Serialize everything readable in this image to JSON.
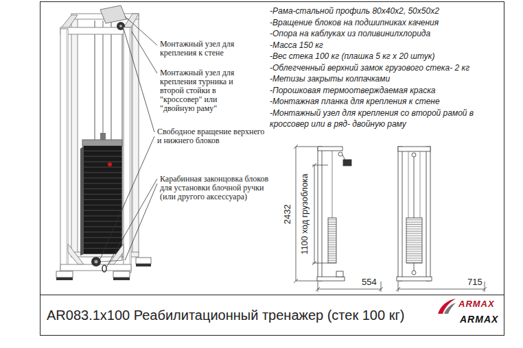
{
  "diagram": {
    "title": "AR083.1х100 Реабилитационный тренажер (стек 100 кг)",
    "labels": [
      "Монтажный узел для крепления к стене",
      "Монтажный узел для крепления турника и второй стойки в \"кроссовер\" или \"двойную раму\"",
      "Свободное вращение верхнего и нижнего блоков",
      "Карабинная законцовка блоков для установки блочной ручки (или другого аксессуара)",
      "-Рама-стальной профиль 80х40х2, 50х50х2",
      "-Вращение блоков на подшипниках качения",
      "-Опора на каблуках из поливинилхлорида",
      "-Масса 150 кг",
      "-Вес стека 100 кг (плашка 5 кг х 20 штук)",
      "-Облегченный верхний замок грузового стека- 2 кг",
      "-Метизы закрыты колпачками",
      "-Порошковая термоотверждаемая краска",
      "-Монтажная планка для крепления к стене",
      "-Монтажный узел для крепления со второй рамой в кроссовер или в ряд- двойную раму",
      "2432",
      "1100 ход грузоблока",
      "554",
      "715",
      "ARMAX",
      "ARMAX"
    ]
  }
}
